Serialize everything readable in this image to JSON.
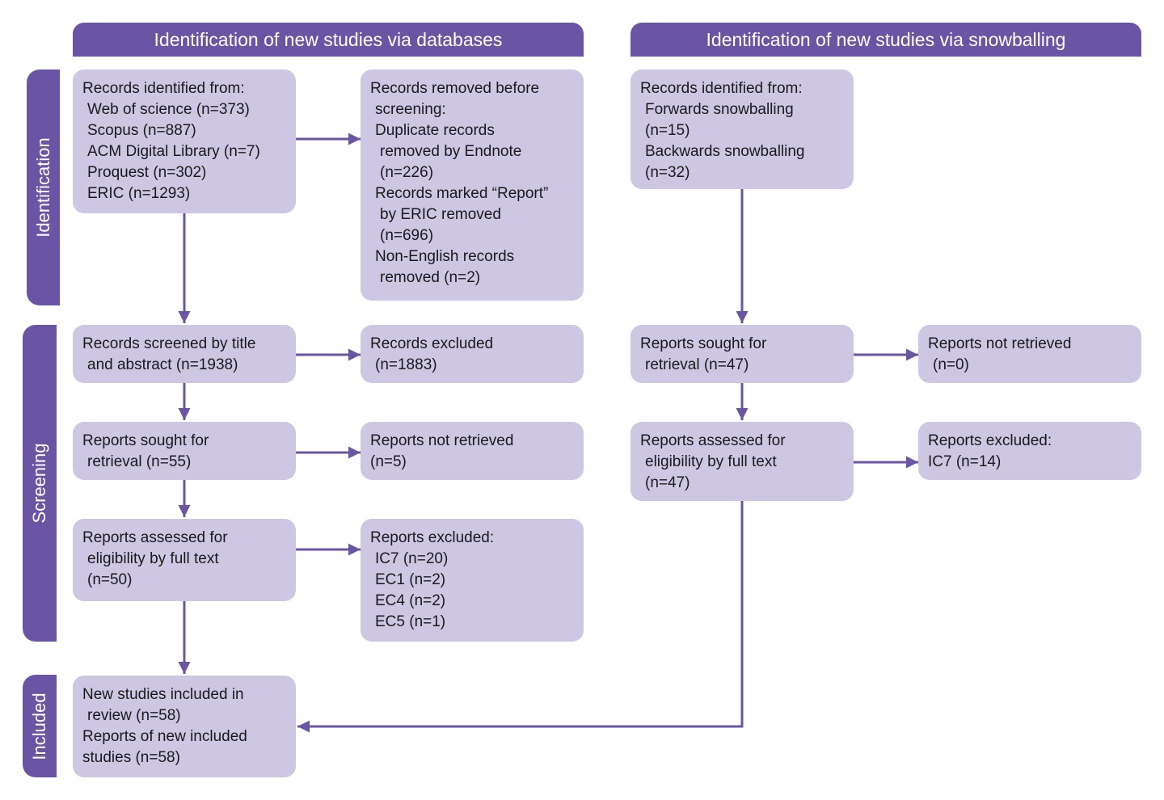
{
  "headers": {
    "databases": "Identification of new studies via databases",
    "snowballing": "Identification of new studies via snowballing"
  },
  "stages": {
    "identification": "Identification",
    "screening": "Screening",
    "included": "Included"
  },
  "boxes": {
    "db_identified": [
      "Records identified from:",
      "Web of science (n=373)",
      "Scopus (n=887)",
      "ACM Digital Library (n=7)",
      "Proquest (n=302)",
      "ERIC (n=1293)"
    ],
    "db_removed": [
      "Records removed before",
      "screening:",
      "Duplicate records",
      "removed by Endnote",
      "(n=226)",
      "Records marked “Report”",
      "by ERIC removed",
      "(n=696)",
      "Non-English records",
      "removed (n=2)"
    ],
    "db_screened": [
      "Records screened by title",
      "and abstract (n=1938)"
    ],
    "db_excluded": [
      "Records excluded",
      "(n=1883)"
    ],
    "db_sought": [
      "Reports sought for",
      "retrieval (n=55)"
    ],
    "db_not_retrieved": [
      "Reports not retrieved",
      "(n=5)"
    ],
    "db_assessed": [
      "Reports assessed for",
      "eligibility by full text",
      "(n=50)"
    ],
    "db_reports_excluded": [
      "Reports excluded:",
      "IC7 (n=20)",
      "EC1 (n=2)",
      "EC4 (n=2)",
      "EC5 (n=1)"
    ],
    "included": [
      "New studies included in",
      "review (n=58)",
      "Reports of new included",
      "studies (n=58)"
    ],
    "sb_identified": [
      "Records identified from:",
      "Forwards snowballing",
      "(n=15)",
      "Backwards snowballing",
      "(n=32)"
    ],
    "sb_sought": [
      "Reports sought for",
      "retrieval (n=47)"
    ],
    "sb_not_retrieved": [
      "Reports not retrieved",
      "(n=0)"
    ],
    "sb_assessed": [
      "Reports assessed for",
      "eligibility by full text",
      "(n=47)"
    ],
    "sb_excluded": [
      "Reports excluded:",
      "IC7 (n=14)"
    ]
  },
  "colors": {
    "accent": "#6a55a4",
    "box_fill": "#cdc7e4",
    "text": "#1a1a1a"
  }
}
